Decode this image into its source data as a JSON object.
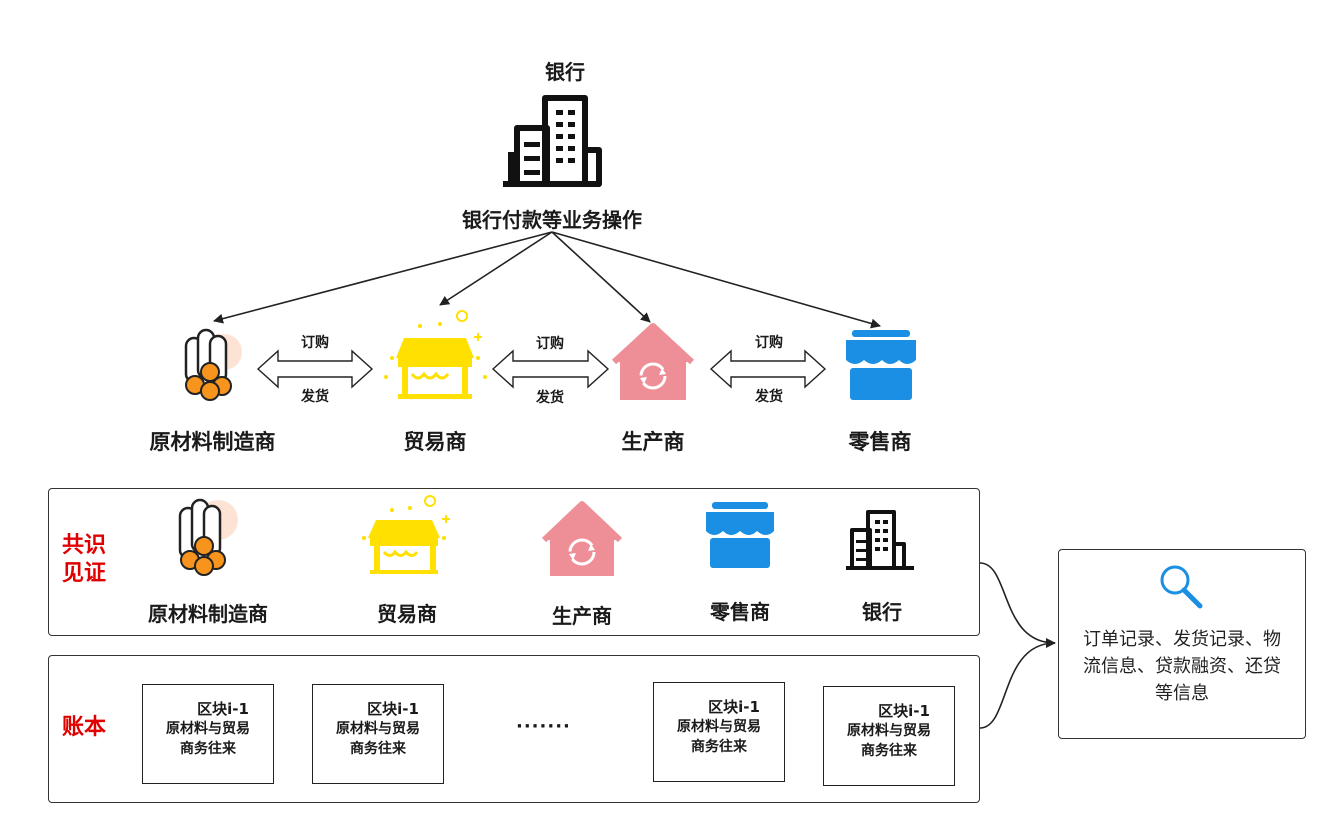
{
  "top": {
    "bank_title": "银行",
    "bank_ops": "银行付款等业务操作"
  },
  "participants": [
    {
      "label": "原材料制造商",
      "icon": "logs-icon"
    },
    {
      "label": "贸易商",
      "icon": "trader-shop-icon"
    },
    {
      "label": "生产商",
      "icon": "factory-house-icon"
    },
    {
      "label": "零售商",
      "icon": "retail-store-icon"
    }
  ],
  "flows": [
    {
      "top": "订购",
      "bottom": "发货"
    },
    {
      "top": "订购",
      "bottom": "发货"
    },
    {
      "top": "订购",
      "bottom": "发货"
    }
  ],
  "consensus": {
    "label_line1": "共识",
    "label_line2": "见证",
    "members": [
      "原材料制造商",
      "贸易商",
      "生产商",
      "零售商",
      "银行"
    ]
  },
  "ledger": {
    "label": "账本",
    "ellipsis": "·······",
    "blocks": [
      {
        "title": "区块i-1",
        "line1": "原材料与贸易",
        "line2": "商务往来"
      },
      {
        "title": "区块i-1",
        "line1": "原材料与贸易",
        "line2": "商务往来"
      },
      {
        "title": "区块i-1",
        "line1": "原材料与贸易",
        "line2": "商务往来"
      },
      {
        "title": "区块i-1",
        "line1": "原材料与贸易",
        "line2": "商务往来"
      }
    ]
  },
  "info_box": {
    "icon": "search-icon",
    "text": "订单记录、发货记录、物流信息、贷款融资、还贷等信息"
  },
  "colors": {
    "orange": "#f7941d",
    "yellow": "#ffe000",
    "pink": "#ee8f98",
    "blue": "#1a8fe3",
    "red": "#e00000"
  }
}
